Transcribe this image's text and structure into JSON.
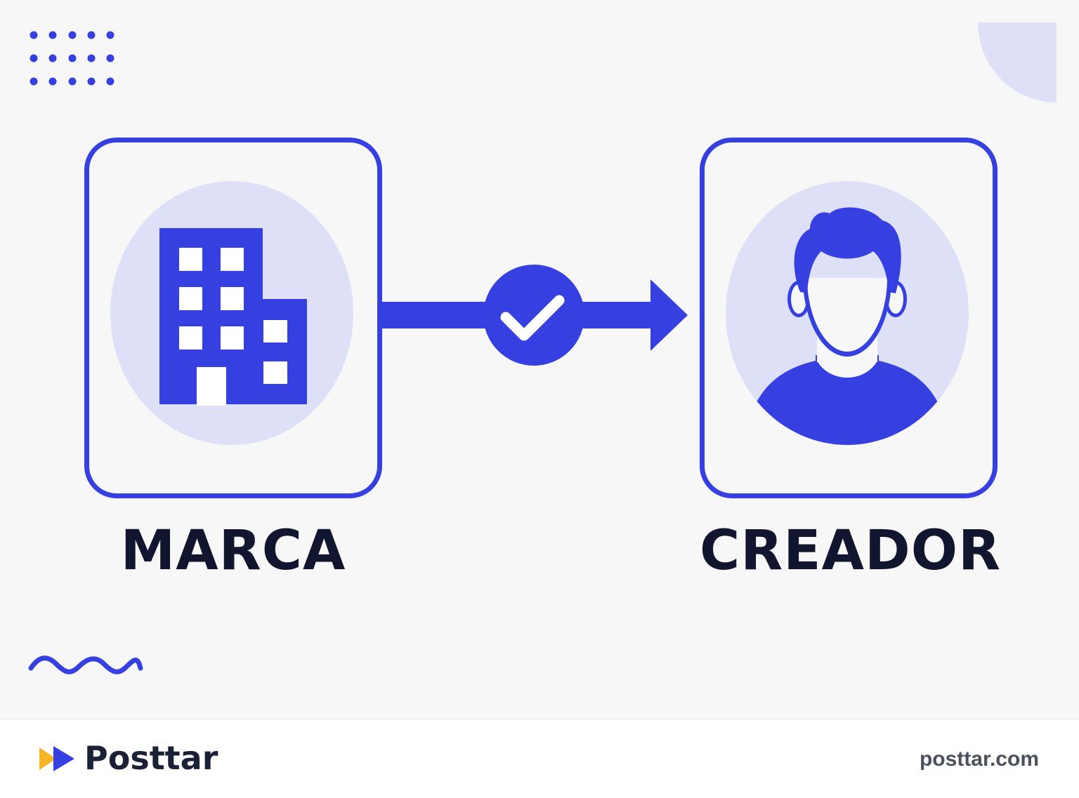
{
  "diagram": {
    "source": {
      "label": "MARCA",
      "icon": "building-icon"
    },
    "target": {
      "label": "CREADOR",
      "icon": "user-icon"
    },
    "connector": {
      "icon": "check-icon",
      "direction": "left-to-right"
    }
  },
  "footer": {
    "brand": {
      "name": "Posttar",
      "logo_icon": "play-forward-icon"
    },
    "domain": "posttar.com"
  },
  "colors": {
    "accent": "#3640e0",
    "accent_light": "#dde0f7",
    "text_dark": "#12152e",
    "background": "#f7f7f8",
    "logo_yellow": "#f6b526"
  }
}
